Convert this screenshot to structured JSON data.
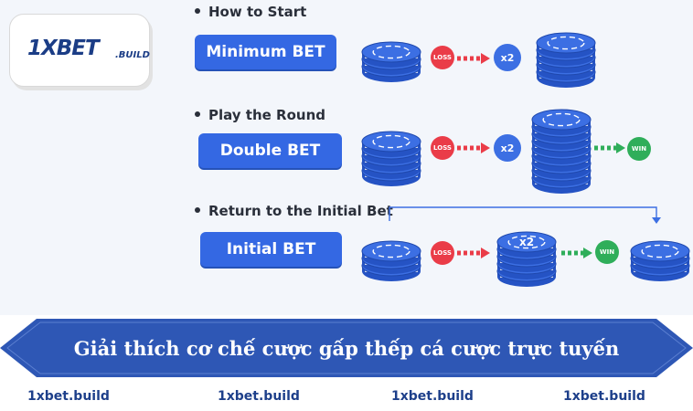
{
  "logo": {
    "main": "1XBET",
    "sub": ".BUILD"
  },
  "sections": [
    {
      "title": "How to Start",
      "button": "Minimum BET",
      "loss": "LOSS",
      "multiplier": "x2"
    },
    {
      "title": "Play the Round",
      "button": "Double BET",
      "loss": "LOSS",
      "multiplier": "x2",
      "win": "WIN"
    },
    {
      "title": "Return to the Initial Bet",
      "button": "Initial BET",
      "loss": "LOSS",
      "multiplier": "x2",
      "win": "WIN"
    }
  ],
  "banner": {
    "text": "Giải thích cơ chế cược gấp thếp cá cược trực tuyến"
  },
  "watermarks": [
    "1xbet.build",
    "1xbet.build",
    "1xbet.build",
    "1xbet.build"
  ],
  "colors": {
    "accent": "#3468e3",
    "loss": "#ea3c48",
    "win": "#2fae5a",
    "arrow_red": "#ea3c48",
    "arrow_green": "#2fae5a",
    "banner": "#2e57b5"
  }
}
